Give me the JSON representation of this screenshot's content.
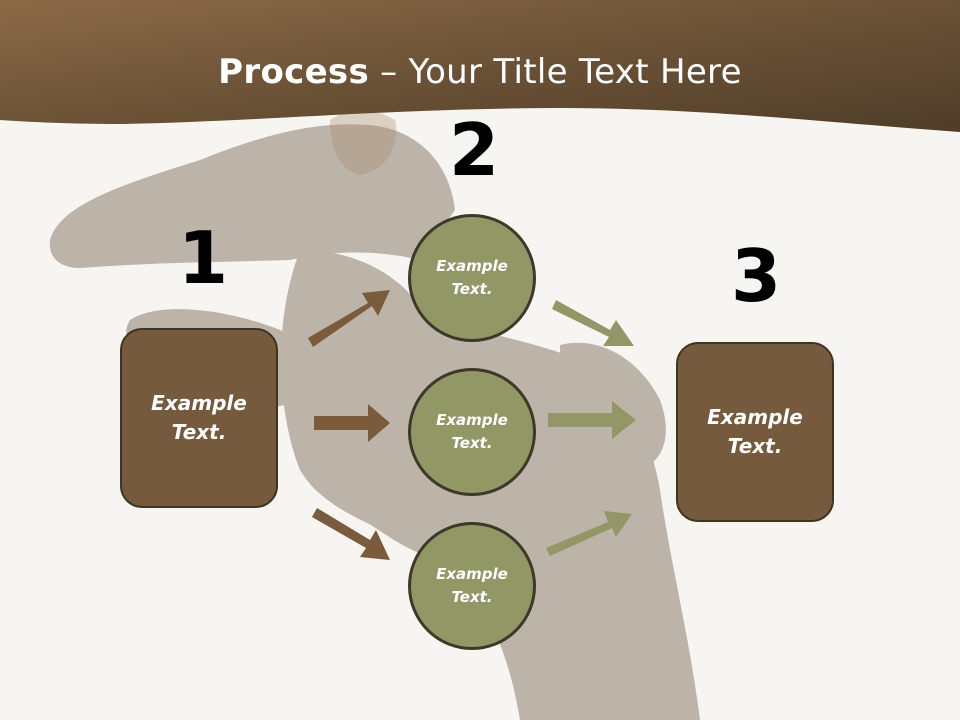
{
  "title": {
    "bold": "Process",
    "rest": " – Your Title Text Here"
  },
  "steps": {
    "n1": "1",
    "n2": "2",
    "n3": "3"
  },
  "left_box": {
    "line1": "Example",
    "line2": "Text."
  },
  "right_box": {
    "line1": "Example",
    "line2": "Text."
  },
  "circles": [
    {
      "line1": "Example",
      "line2": "Text."
    },
    {
      "line1": "Example",
      "line2": "Text."
    },
    {
      "line1": "Example",
      "line2": "Text."
    }
  ],
  "colors": {
    "header": "#6e5437",
    "box_fill": "#755a3d",
    "circle_fill": "#929766",
    "arrow_brown": "#7a5b3c",
    "arrow_olive": "#939666"
  }
}
